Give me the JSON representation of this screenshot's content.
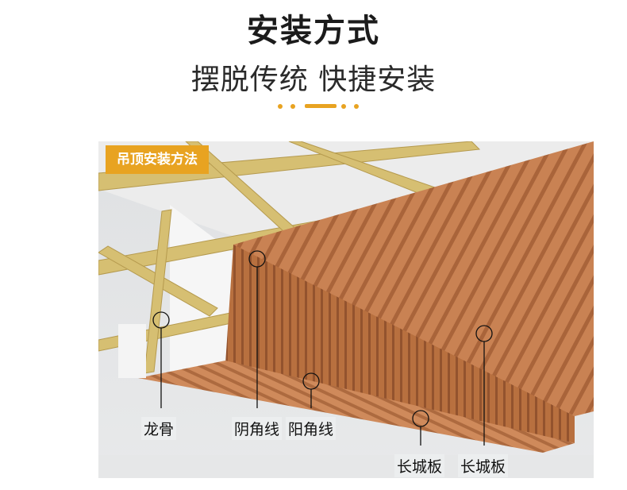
{
  "header": {
    "title": "安装方式",
    "subtitle": "摆脱传统 快捷安装"
  },
  "diagram": {
    "tag": "吊顶安装方法",
    "labels": {
      "keel": "龙骨",
      "inner_corner": "阴角线",
      "outer_corner": "阳角线",
      "long_panel_1": "长城板",
      "long_panel_2": "长城板"
    }
  },
  "colors": {
    "accent": "#e8a321",
    "panel": "#c98253",
    "panel_dark": "#a9643a",
    "keel": "#d6bf72"
  }
}
